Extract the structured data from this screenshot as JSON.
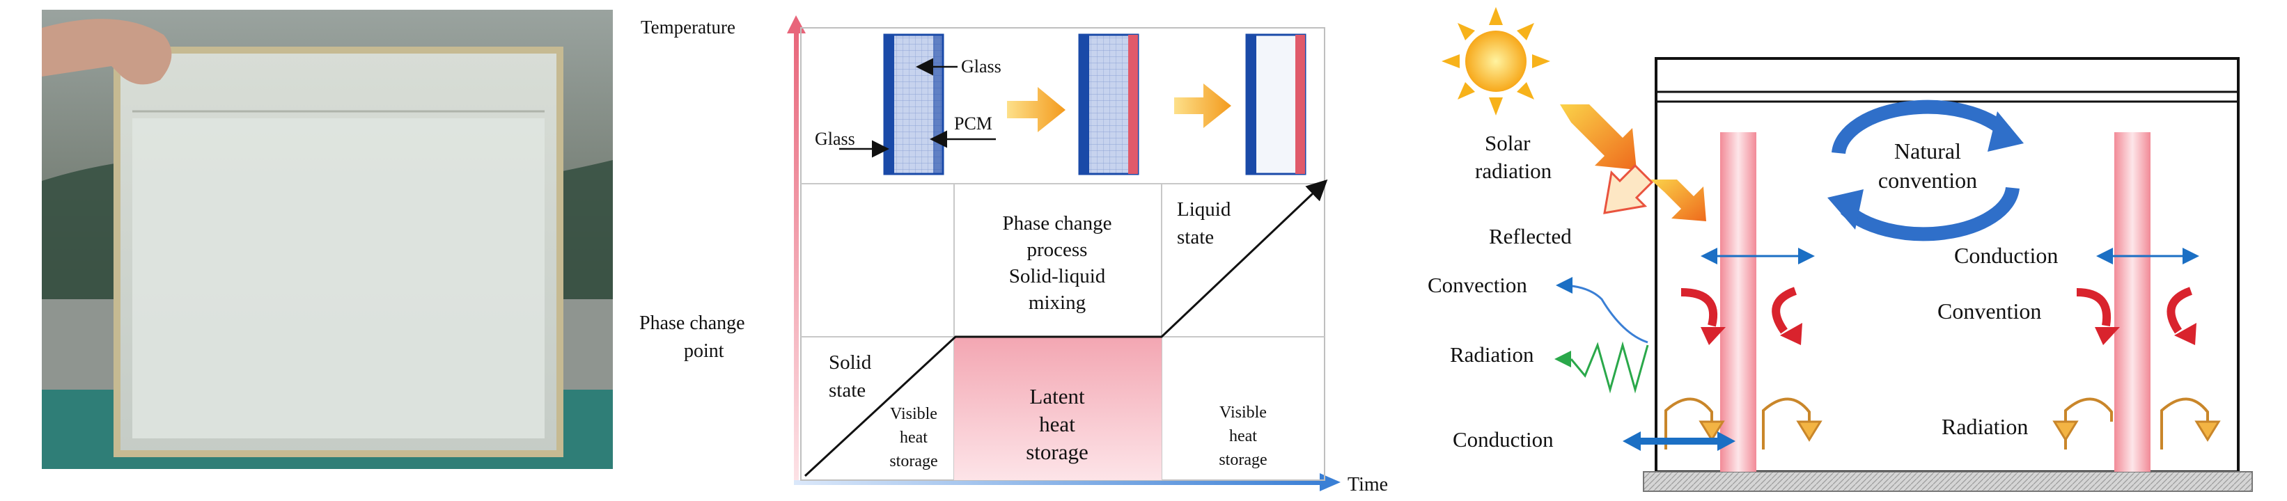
{
  "photo": {
    "alt": "PCM glass window sample held up outdoors"
  },
  "phase_diagram": {
    "y_axis_label": "Temperature",
    "x_axis_label": "Time",
    "phase_change_label_1": "Phase change",
    "phase_change_label_2": "point",
    "top_panel": {
      "glass_top": "Glass",
      "pcm": "PCM",
      "glass_left": "Glass"
    },
    "solid_state_1": "Solid",
    "solid_state_2": "state",
    "visible_heat_left_1": "Visible",
    "visible_heat_left_2": "heat",
    "visible_heat_left_3": "storage",
    "phase_process_1": "Phase change",
    "phase_process_2": "process",
    "phase_process_3": "Solid-liquid",
    "phase_process_4": "mixing",
    "latent_1": "Latent",
    "latent_2": "heat",
    "latent_3": "storage",
    "liquid_state_1": "Liquid",
    "liquid_state_2": "state",
    "visible_heat_right_1": "Visible",
    "visible_heat_right_2": "heat",
    "visible_heat_right_3": "storage",
    "colors": {
      "axis_y": "#e8657a",
      "axis_x": "#3a7fd5",
      "latent_fill": "#f4a9b4",
      "pcm_blue": "#1a4aa8",
      "pcm_red": "#e05a6a",
      "process_arrow": "#f6a323"
    }
  },
  "heat_diagram": {
    "solar_1": "Solar",
    "solar_2": "radiation",
    "reflected": "Reflected",
    "convection": "Convection",
    "radiation_left": "Radiation",
    "conduction_left": "Conduction",
    "natural_convection_1": "Natural",
    "natural_convection_2": "convention",
    "conduction_right": "Conduction",
    "convention_right": "Convention",
    "radiation_right": "Radiation",
    "colors": {
      "sun": "#f7b21a",
      "glass_pink": "#f5a3ac",
      "cycle_blue": "#2f6fc9",
      "curl_red": "#d9232d",
      "hook_orange": "#f3b444",
      "arrow_blue": "#1b6fc4",
      "radiation_green": "#2aa84a"
    }
  }
}
